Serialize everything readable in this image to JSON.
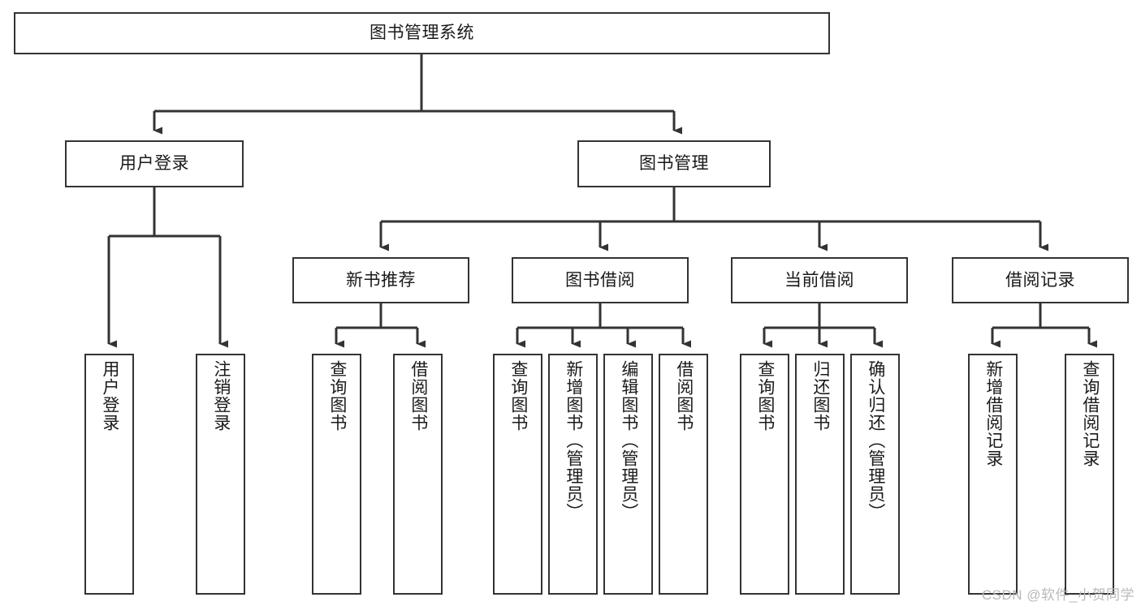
{
  "diagram": {
    "type": "tree",
    "orientation": "top-down",
    "title": "图书管理系统",
    "colors": {
      "background": "#ffffff",
      "box_border": "#333333",
      "box_fill": "#ffffff",
      "connector": "#333333",
      "text": "#1a1a1a",
      "watermark": "#b9b9b9"
    },
    "root": {
      "label": "图书管理系统"
    },
    "level2": [
      {
        "label": "用户登录"
      },
      {
        "label": "图书管理"
      }
    ],
    "level3": [
      {
        "label": "新书推荐"
      },
      {
        "label": "图书借阅"
      },
      {
        "label": "当前借阅"
      },
      {
        "label": "借阅记录"
      }
    ],
    "leaves": {
      "user_login": [
        {
          "label": "用户登录"
        },
        {
          "label": "注销登录"
        }
      ],
      "new_book": [
        {
          "label": "查询图书"
        },
        {
          "label": "借阅图书"
        }
      ],
      "book_borrow": [
        {
          "label": "查询图书"
        },
        {
          "label": "新增图书（管理员）"
        },
        {
          "label": "编辑图书（管理员）"
        },
        {
          "label": "借阅图书"
        }
      ],
      "current_borrow": [
        {
          "label": "查询图书"
        },
        {
          "label": "归还图书"
        },
        {
          "label": "确认归还（管理员）"
        }
      ],
      "borrow_record": [
        {
          "label": "新增借阅记录"
        },
        {
          "label": "查询借阅记录"
        }
      ]
    }
  },
  "watermark": {
    "text": "CSDN @软件_小贺同学"
  }
}
